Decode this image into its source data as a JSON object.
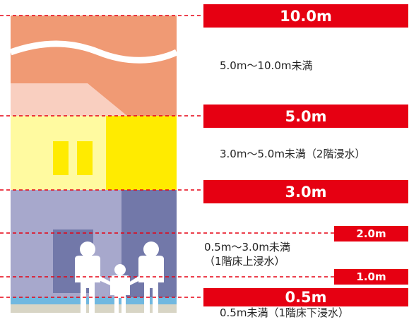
{
  "levels": [
    {
      "label": "10.0m",
      "size": "big"
    },
    {
      "label": "5.0m",
      "size": "big"
    },
    {
      "label": "3.0m",
      "size": "big"
    },
    {
      "label": "2.0m",
      "size": "small"
    },
    {
      "label": "1.0m",
      "size": "small"
    },
    {
      "label": "0.5m",
      "size": "big"
    }
  ],
  "ranges": {
    "r1": "5.0m〜10.0m未満",
    "r2": "3.0m〜5.0m未満（2階浸水）",
    "r3_line1": "0.5m〜3.0m未満",
    "r3_line2": "（1階床上浸水）",
    "r4": "0.5m未満（1階床下浸水）"
  },
  "colors": {
    "label_red": "#e60012",
    "zone_10_5": "#f09a74",
    "zone_5_3": "#ffeb00",
    "zone_3_05": "#a7a8cc",
    "zone_below": "#70b8e0"
  }
}
